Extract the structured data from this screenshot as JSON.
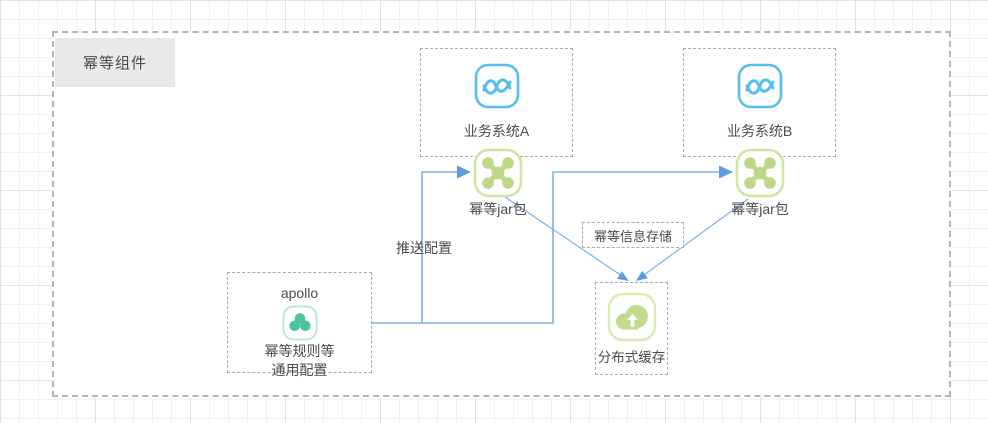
{
  "diagram": {
    "container_label": "幂等组件",
    "nodes": {
      "system_a": {
        "label": "业务系统A"
      },
      "system_b": {
        "label": "业务系统B"
      },
      "jar_a": {
        "label": "幂等jar包"
      },
      "jar_b": {
        "label": "幂等jar包"
      },
      "apollo": {
        "title": "apollo",
        "line1": "幂等规则等",
        "line2": "通用配置"
      },
      "storage_note": {
        "label": "幂等信息存储"
      },
      "cache": {
        "label": "分布式缓存"
      }
    },
    "edges": {
      "push_config_label": "推送配置"
    },
    "icons": {
      "system": "wave-system-icon",
      "jar": "x-node-icon",
      "apollo": "cluster-icon",
      "cache": "cloud-upload-icon"
    }
  },
  "colors": {
    "line_blue": "#7fb1e8",
    "arrow_blue": "#5b9de0",
    "system_blue": "#55bdf0",
    "jar_green": "#bdd986",
    "jar_border": "#d3e5a4",
    "apollo_teal": "#4cc4a1",
    "apollo_border": "#bce8d8",
    "cache_green": "#c0db8e",
    "cache_border": "#dcebb2",
    "dash_gray": "#aaaaaa",
    "title_bg": "#e9e9e9",
    "text_gray": "#4c4c4c"
  }
}
